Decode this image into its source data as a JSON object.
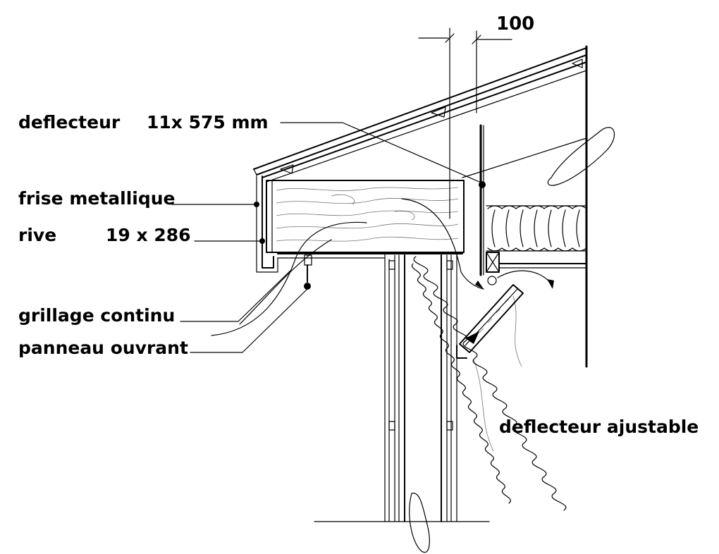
{
  "labels": {
    "dimension": "100",
    "deflecteur": "deflecteur",
    "deflecteur_size": "11x 575 mm",
    "frise": "frise metallique",
    "rive": "rive",
    "rive_size": "19 x 286",
    "grillage": "grillage continu",
    "panneau": "panneau ouvrant",
    "deflecteur_ajustable": "deflecteur ajustable"
  },
  "colors": {
    "ink": "#000000",
    "paper": "#ffffff"
  }
}
